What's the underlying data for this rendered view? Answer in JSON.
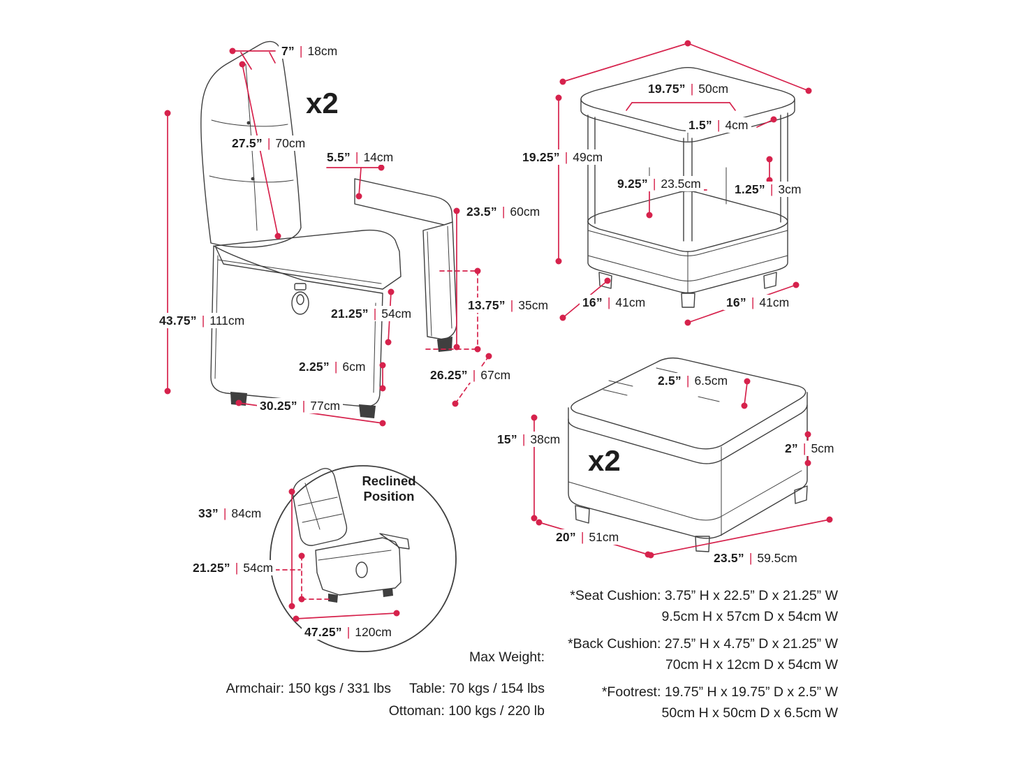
{
  "separator": "|",
  "colors": {
    "accent": "#d6224c",
    "art": "#3f3f3f",
    "ink": "#1d1d1d"
  },
  "armchair": {
    "multiplier": "x2",
    "back_top_width": {
      "in": "7”",
      "cm": "18cm"
    },
    "back_height": {
      "in": "27.5”",
      "cm": "70cm"
    },
    "arm_top_width": {
      "in": "5.5”",
      "cm": "14cm"
    },
    "arm_height": {
      "in": "23.5”",
      "cm": "60cm"
    },
    "seat_height": {
      "in": "13.75”",
      "cm": "35cm"
    },
    "seat_width": {
      "in": "21.25”",
      "cm": "54cm"
    },
    "total_height": {
      "in": "43.75”",
      "cm": "111cm"
    },
    "leg_height": {
      "in": "2.25”",
      "cm": "6cm"
    },
    "depth": {
      "in": "26.25”",
      "cm": "67cm"
    },
    "base_width": {
      "in": "30.25”",
      "cm": "77cm"
    }
  },
  "side_table": {
    "top_width": {
      "in": "19.75”",
      "cm": "50cm"
    },
    "top_thickness": {
      "in": "1.5”",
      "cm": "4cm"
    },
    "height": {
      "in": "19.25”",
      "cm": "49cm"
    },
    "shelf_height": {
      "in": "9.25”",
      "cm": "23.5cm"
    },
    "leg_width": {
      "in": "1.25”",
      "cm": "3cm"
    },
    "depth": {
      "in": "16”",
      "cm": "41cm"
    },
    "width": {
      "in": "16”",
      "cm": "41cm"
    }
  },
  "ottoman": {
    "multiplier": "x2",
    "lid_thickness": {
      "in": "2.5”",
      "cm": "6.5cm"
    },
    "height": {
      "in": "15”",
      "cm": "38cm"
    },
    "leg_height": {
      "in": "2”",
      "cm": "5cm"
    },
    "depth": {
      "in": "20”",
      "cm": "51cm"
    },
    "width": {
      "in": "23.5”",
      "cm": "59.5cm"
    }
  },
  "reclined": {
    "title_line1": "Reclined",
    "title_line2": "Position",
    "height": {
      "in": "33”",
      "cm": "84cm"
    },
    "seat_height": {
      "in": "21.25”",
      "cm": "54cm"
    },
    "total_length": {
      "in": "47.25”",
      "cm": "120cm"
    }
  },
  "cushion_notes": [
    {
      "label": "*Seat Cushion:",
      "imperial": "3.75” H x 22.5” D x 21.25” W",
      "metric": "9.5cm H x 57cm D x 54cm W"
    },
    {
      "label": "*Back Cushion:",
      "imperial": "27.5” H x 4.75” D x 21.25” W",
      "metric": "70cm H x 12cm D x 54cm W"
    },
    {
      "label": "*Footrest:",
      "imperial": "19.75” H x 19.75” D x 2.5” W",
      "metric": "50cm H x 50cm D x 6.5cm W"
    }
  ],
  "max_weight": {
    "title": "Max Weight:",
    "armchair": "Armchair: 150 kgs / 331 lbs",
    "table": "Table: 70 kgs / 154 lbs",
    "ottoman": "Ottoman: 100 kgs / 220 lb"
  }
}
